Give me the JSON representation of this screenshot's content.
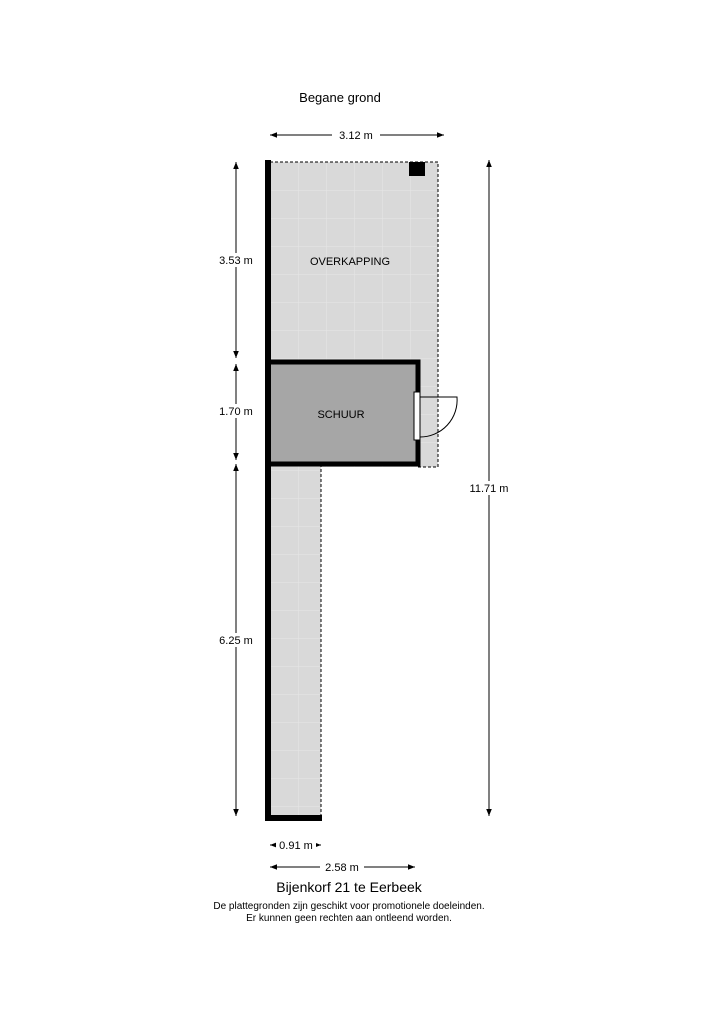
{
  "floor_title": "Begane grond",
  "rooms": {
    "overkapping": "OVERKAPPING",
    "schuur": "SCHUUR"
  },
  "dimensions": {
    "top_width": "3.12 m",
    "left_overkapping": "3.53 m",
    "left_schuur": "1.70 m",
    "left_path": "6.25 m",
    "right_total": "11.71 m",
    "bottom_path_width": "0.91 m",
    "bottom_schuur_width": "2.58 m"
  },
  "footer": {
    "address": "Bijenkorf 21 te Eerbeek",
    "disclaimer_line1": "De plattegronden zijn geschikt voor promotionele doeleinden.",
    "disclaimer_line2": "Er kunnen geen rechten aan ontleend worden."
  },
  "colors": {
    "floor_light": "#d9d9d9",
    "floor_shed": "#a6a6a6",
    "wall": "#000000"
  }
}
